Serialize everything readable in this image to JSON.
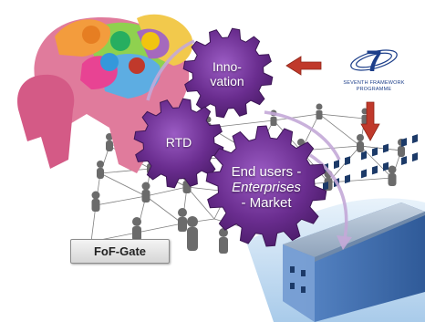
{
  "gears": {
    "innovation": {
      "line1": "Inno-",
      "line2": "vation"
    },
    "rtd": {
      "label": "RTD"
    },
    "end_users": {
      "line1": "End users -",
      "line2": "Enterprises",
      "line3": "- Market"
    }
  },
  "fofgate": {
    "label": "FoF-Gate"
  },
  "logo": {
    "line1": "SEVENTH FRAMEWORK",
    "line2": "PROGRAMME",
    "mark": "7"
  },
  "colors": {
    "gear": "#6a2d8f",
    "gear_light": "#8c4db3",
    "arrow": "#c0392b",
    "building": "#3f6eb0",
    "sky": "#b9d6ef",
    "fp7_blue": "#1d3f8a"
  },
  "icons": [
    "people-puzzle-icon",
    "network-people-icon",
    "gear-icon",
    "factory-building-icon",
    "arrow-left-icon",
    "arrow-down-icon",
    "curved-arrow-icon"
  ]
}
